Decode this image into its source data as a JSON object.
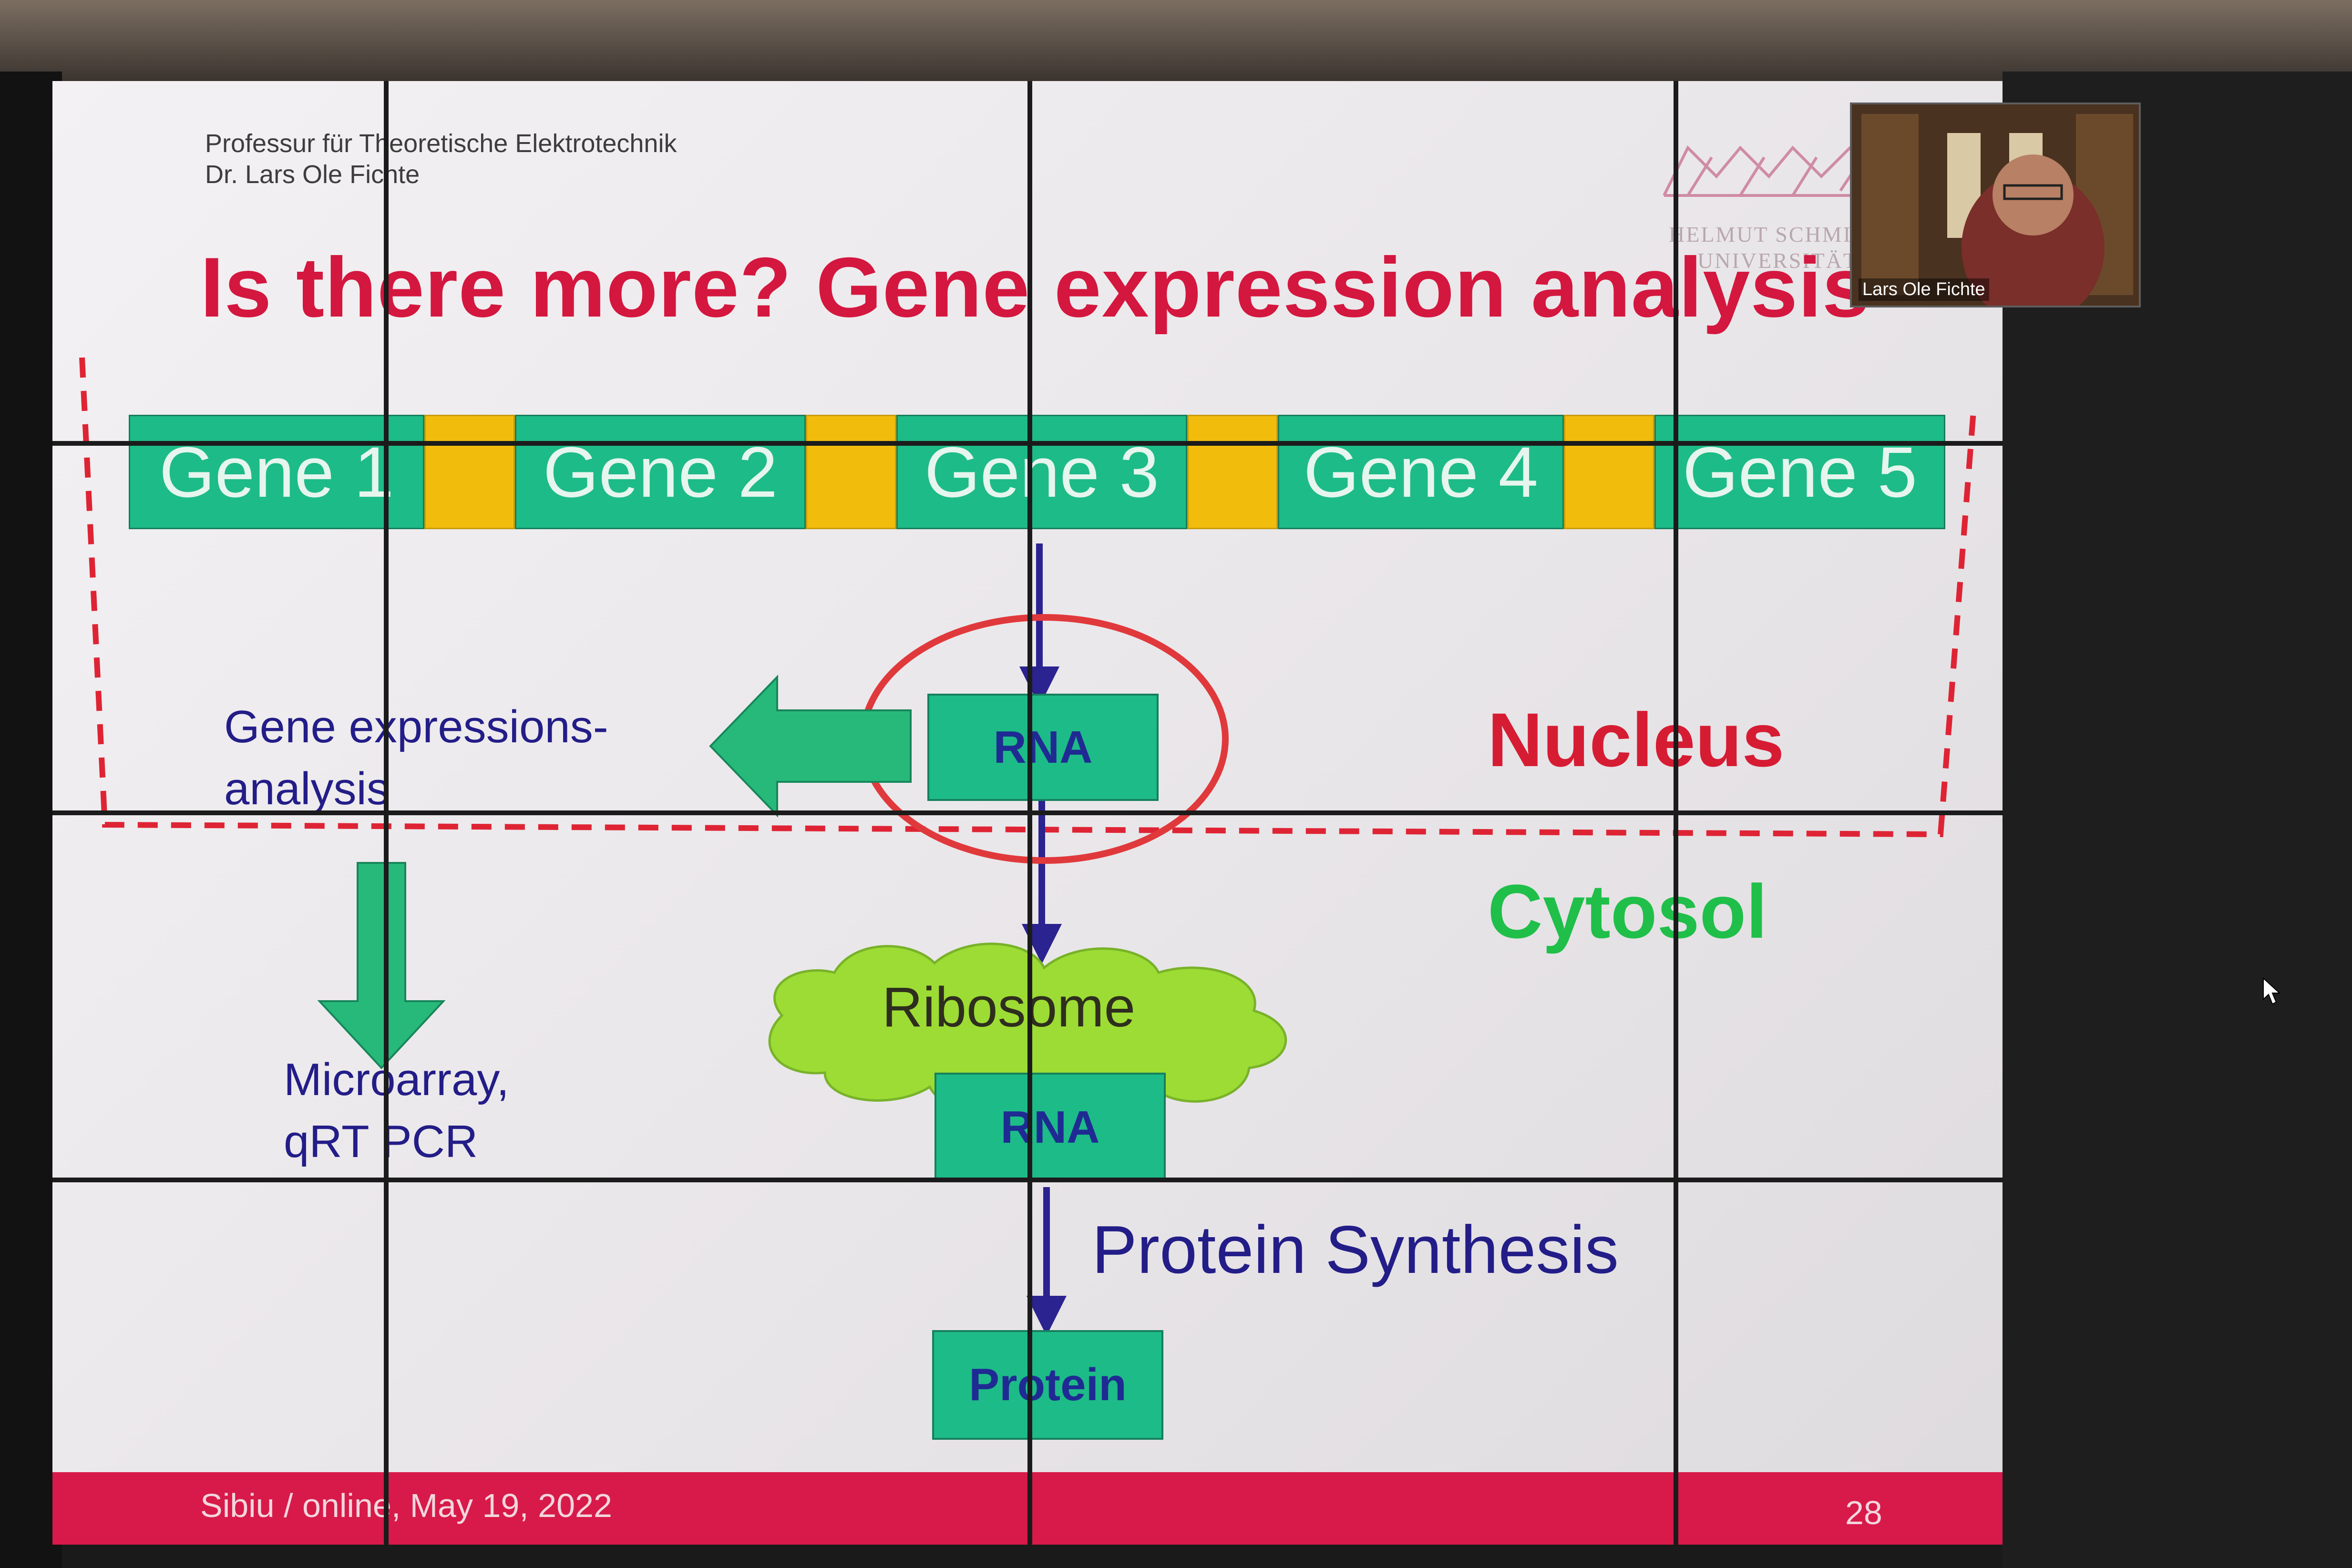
{
  "slide": {
    "header_line1": "Professur für Theoretische Elektrotechnik",
    "header_line2": "Dr. Lars Ole Fichte",
    "title": "Is there more? Gene expression analysis",
    "logo_line1": "HELMUT SCHMIDT",
    "logo_line2": "UNIVERSITÄT",
    "genes": [
      "Gene 1",
      "Gene 2",
      "Gene 3",
      "Gene 4",
      "Gene 5"
    ],
    "rna_top": "RNA",
    "nucleus": "Nucleus",
    "cytosol": "Cytosol",
    "analysis_line1": "Gene expressions-",
    "analysis_line2": "analysis",
    "method_line1": "Microarray,",
    "method_line2": "qRT PCR",
    "ribosome": "Ribosome",
    "rna_bottom": "RNA",
    "protein_synthesis": "Protein Synthesis",
    "protein": "Protein",
    "footer_left": "Sibiu / online, May 19, 2022",
    "footer_right": "28"
  },
  "webcam": {
    "name": "Lars Ole Fichte"
  },
  "colors": {
    "title_red": "#d4173f",
    "gene_green": "#1dbb87",
    "spacer_yellow": "#f2bc0c",
    "arrow_blue": "#2b238f",
    "cytosol_green": "#1fbf4a",
    "ribosome_green": "#9ddc34",
    "footer_red": "#d71a49"
  }
}
